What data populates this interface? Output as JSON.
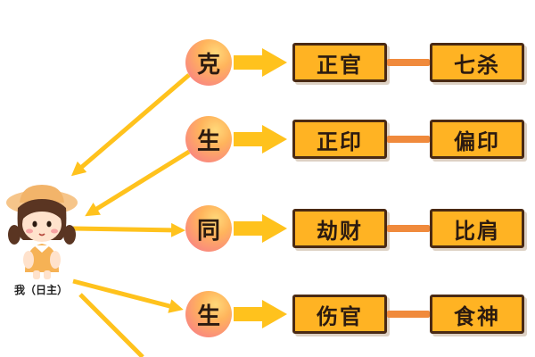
{
  "self_label": "我（日主）",
  "rows": [
    {
      "relation": "克",
      "first": "正官",
      "second": "七杀"
    },
    {
      "relation": "生",
      "first": "正印",
      "second": "偏印"
    },
    {
      "relation": "同",
      "first": "劫财",
      "second": "比肩"
    },
    {
      "relation": "生",
      "first": "伤官",
      "second": "食神"
    }
  ],
  "colors": {
    "arrow": "#ffc21d",
    "box": "#ffb323",
    "box_border": "#4a2a14",
    "link": "#f08a3c"
  }
}
